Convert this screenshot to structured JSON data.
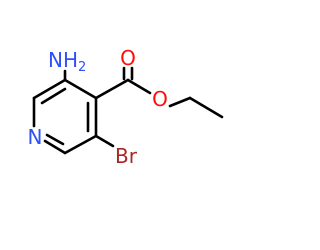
{
  "molecule": {
    "colors": {
      "bond": "#000000",
      "nitrogen": "#3050F8",
      "oxygen": "#FF0D0D",
      "bromine": "#A62929"
    },
    "atoms": {
      "amine_n": "NH",
      "amine_h_count": "2",
      "ring_n": "N",
      "carbonyl_o": "O",
      "ester_o": "O",
      "bromine": "Br"
    }
  }
}
